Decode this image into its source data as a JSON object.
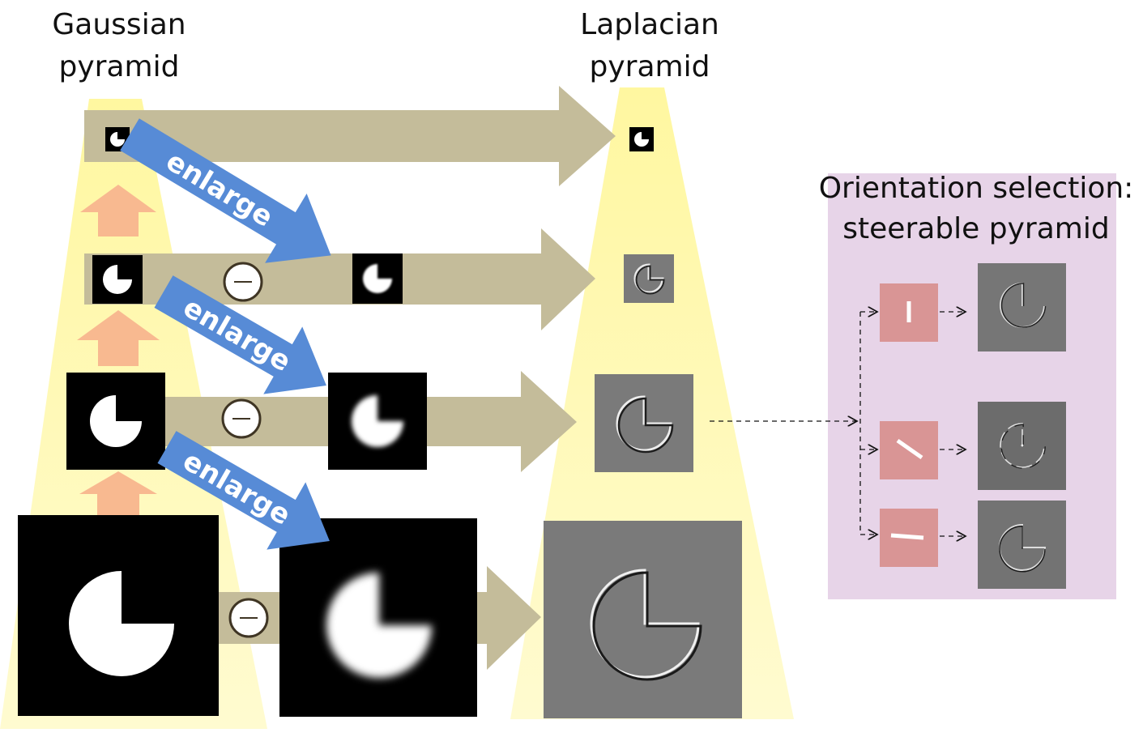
{
  "titles": {
    "gaussian": [
      "Gaussian",
      "pyramid"
    ],
    "laplacian": [
      "Laplacian",
      "pyramid"
    ],
    "orientation": [
      "Orientation selection:",
      "steerable pyramid"
    ]
  },
  "arrow_labels": {
    "enlarge_1": "enlarge",
    "enlarge_2": "enlarge",
    "enlarge_3": "enlarge"
  },
  "colors": {
    "pyramid_glow": "#fff9a8",
    "flow_arrow": "#c4bc9a",
    "enlarge_arrow": "#578bd6",
    "upsample_arrow": "#f8b990",
    "steerable_panel": "#e7d4e8",
    "filter_box": "#d99595",
    "laplacian_gray": "#7a7a7a"
  },
  "icons": [
    "subtract-icon",
    "pacman-shape-icon",
    "oriented-filter-icon",
    "dashed-arrow-icon"
  ]
}
